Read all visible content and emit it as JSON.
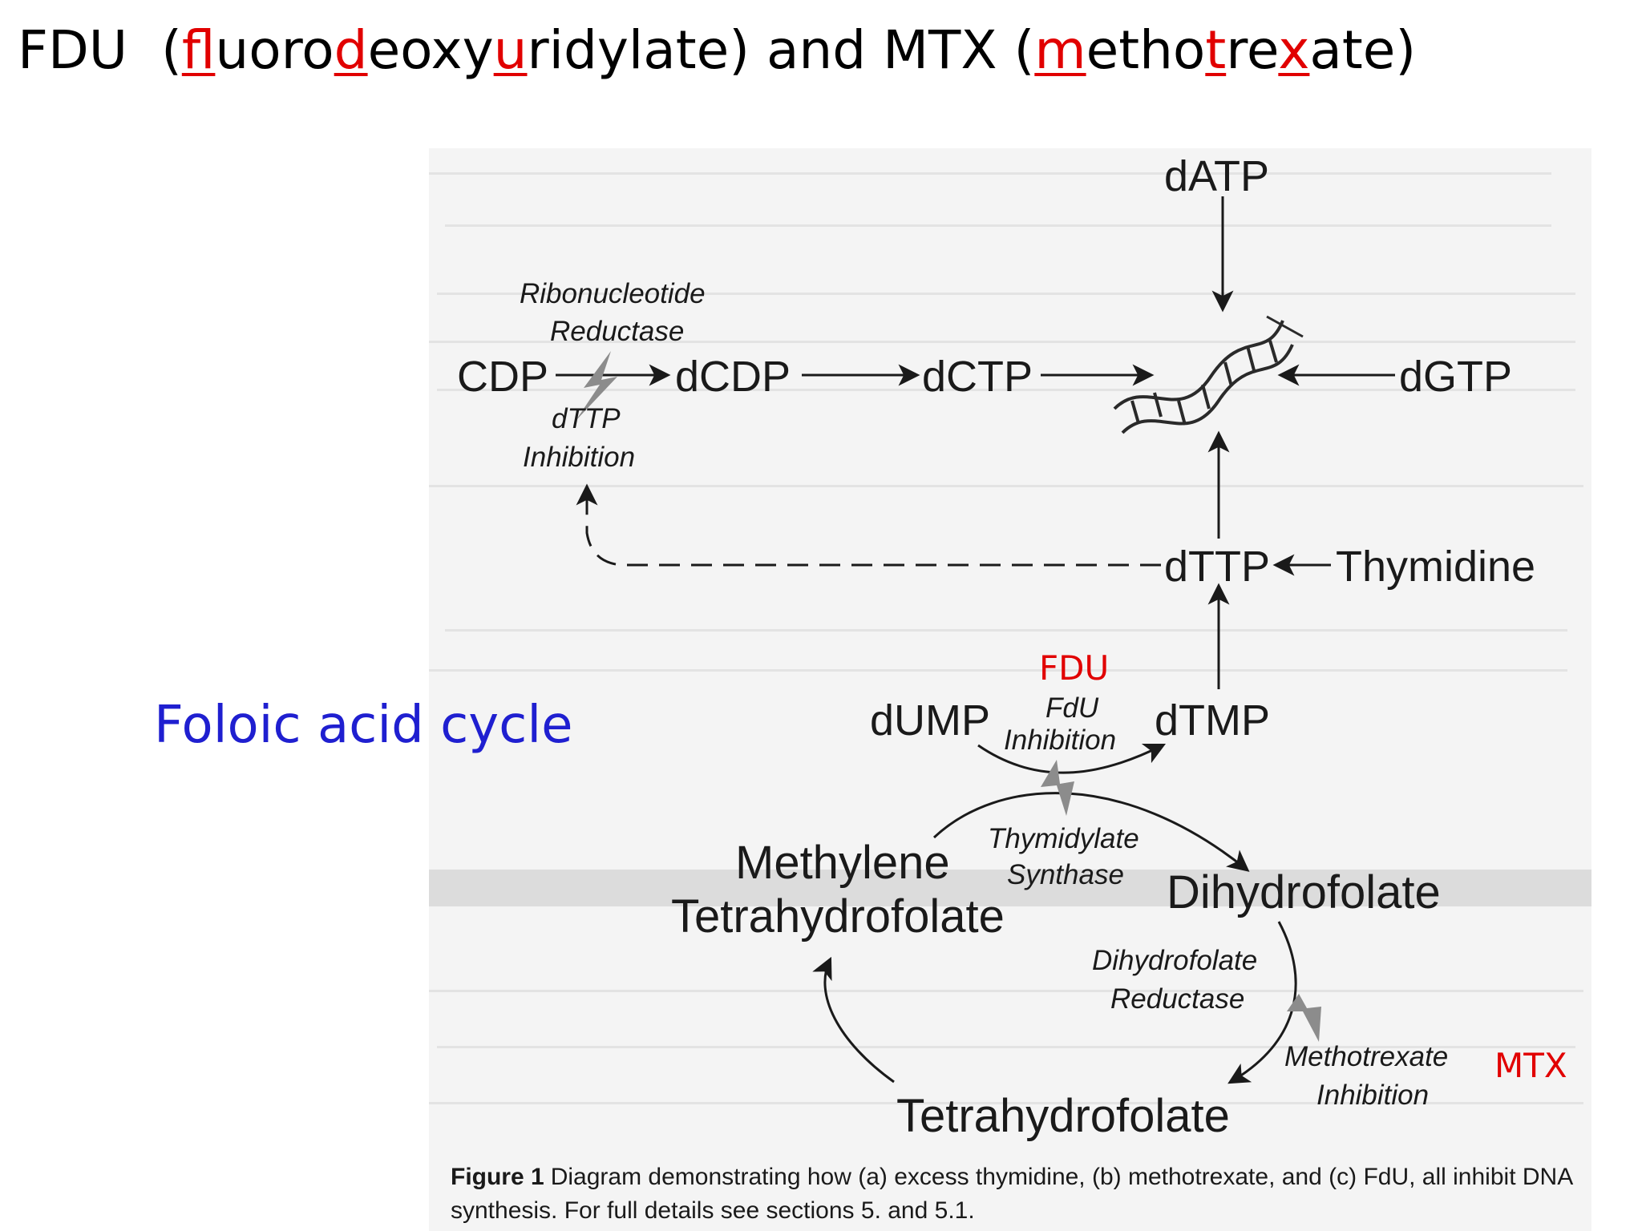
{
  "title": {
    "abbr1": "FDU",
    "full1_parts": [
      {
        "t": "(",
        "hl": false
      },
      {
        "t": "f",
        "hl": true
      },
      {
        "t": "luoro",
        "hl": false
      },
      {
        "t": "d",
        "hl": true
      },
      {
        "t": "eoxy",
        "hl": false
      },
      {
        "t": "u",
        "hl": true
      },
      {
        "t": "ridylate)",
        "hl": false
      }
    ],
    "and": "and",
    "abbr2": "MTX",
    "full2_parts": [
      {
        "t": "(",
        "hl": false
      },
      {
        "t": "m",
        "hl": true
      },
      {
        "t": "etho",
        "hl": false
      },
      {
        "t": "t",
        "hl": true
      },
      {
        "t": "re",
        "hl": false
      },
      {
        "t": "x",
        "hl": true
      },
      {
        "t": "ate)",
        "hl": false
      }
    ],
    "highlight_color": "#e10000"
  },
  "side_label": "Foloic acid cycle",
  "diagram": {
    "nodes": {
      "datp": "dATP",
      "cdp": "CDP",
      "dcdp": "dCDP",
      "dctp": "dCTP",
      "dgtp": "dGTP",
      "dttp": "dTTP",
      "thymidine": "Thymidine",
      "dump": "dUMP",
      "dtmp": "dTMP",
      "methylene_line1": "Methylene",
      "methylene_line2": "Tetrahydrofolate",
      "dihydrofolate": "Dihydrofolate",
      "tetrahydrofolate": "Tetrahydrofolate"
    },
    "enzymes": {
      "rnr_line1": "Ribonucleotide",
      "rnr_line2": "Reductase",
      "dttp_inh_line1": "dTTP",
      "dttp_inh_line2": "Inhibition",
      "fdu_inh_line1": "FdU",
      "fdu_inh_line2": "Inhibition",
      "ts_line1": "Thymidylate",
      "ts_line2": "Synthase",
      "dhfr_line1": "Dihydrofolate",
      "dhfr_line2": "Reductase",
      "mtx_inh_line1": "Methotrexate",
      "mtx_inh_line2": "Inhibition"
    },
    "red_labels": {
      "fdu": "FDU",
      "mtx": "MTX"
    }
  },
  "caption": {
    "label": "Figure 1",
    "text": "Diagram demonstrating how (a) excess thymidine, (b) methotrexate, and (c) FdU, all inhibit DNA synthesis. For full details see sections 5. and 5.1."
  },
  "colors": {
    "red": "#e10000",
    "blue": "#1f1fd0",
    "ink": "#1a1a1a",
    "bolt": "#8c8c8c"
  }
}
